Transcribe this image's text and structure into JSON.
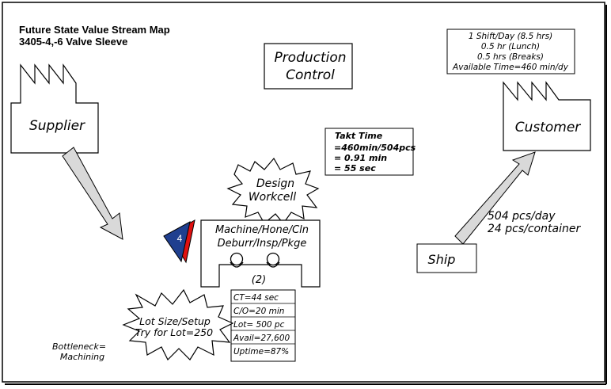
{
  "title": {
    "line1": "Future State Value Stream Map",
    "line2": "3405-4,-6 Valve Sleeve"
  },
  "production_control": {
    "line1": "Production",
    "line2": "Control"
  },
  "shift_info": {
    "line1": "1 Shift/Day (8.5 hrs)",
    "line2": "0.5 hr (Lunch)",
    "line3": "0.5 hrs (Breaks)",
    "line4": "Available Time=460 min/dy"
  },
  "supplier": {
    "label": "Supplier"
  },
  "customer": {
    "label": "Customer"
  },
  "takt": {
    "title": "Takt Time",
    "line1": "=460min/504pcs",
    "line2": "= 0.91 min",
    "line3": "= 55 sec"
  },
  "kaizen_design": {
    "line1": "Design",
    "line2": "Workcell"
  },
  "process": {
    "line1": "Machine/Hone/Cln",
    "line2": "Deburr/Insp/Pkge",
    "operators": "(2)"
  },
  "signal_kanban": {
    "label": "4"
  },
  "data_box": {
    "ct": "CT=44 sec",
    "co": "C/O=20 min",
    "lot": "Lot= 500 pc",
    "avail": "Avail=27,600",
    "uptime": "Uptime=87%"
  },
  "kaizen_lot": {
    "line1": "Lot Size/Setup",
    "line2": "Try for Lot=250"
  },
  "bottleneck": {
    "line1": "Bottleneck=",
    "line2": "Machining"
  },
  "ship": {
    "label": "Ship"
  },
  "shipment": {
    "line1": "504 pcs/day",
    "line2": "24 pcs/container"
  },
  "colors": {
    "line": "#000000",
    "arrow_fill": "#d9d9d9",
    "kanban_blue": "#1f3f8f",
    "kanban_red": "#e01010",
    "background": "#ffffff"
  }
}
